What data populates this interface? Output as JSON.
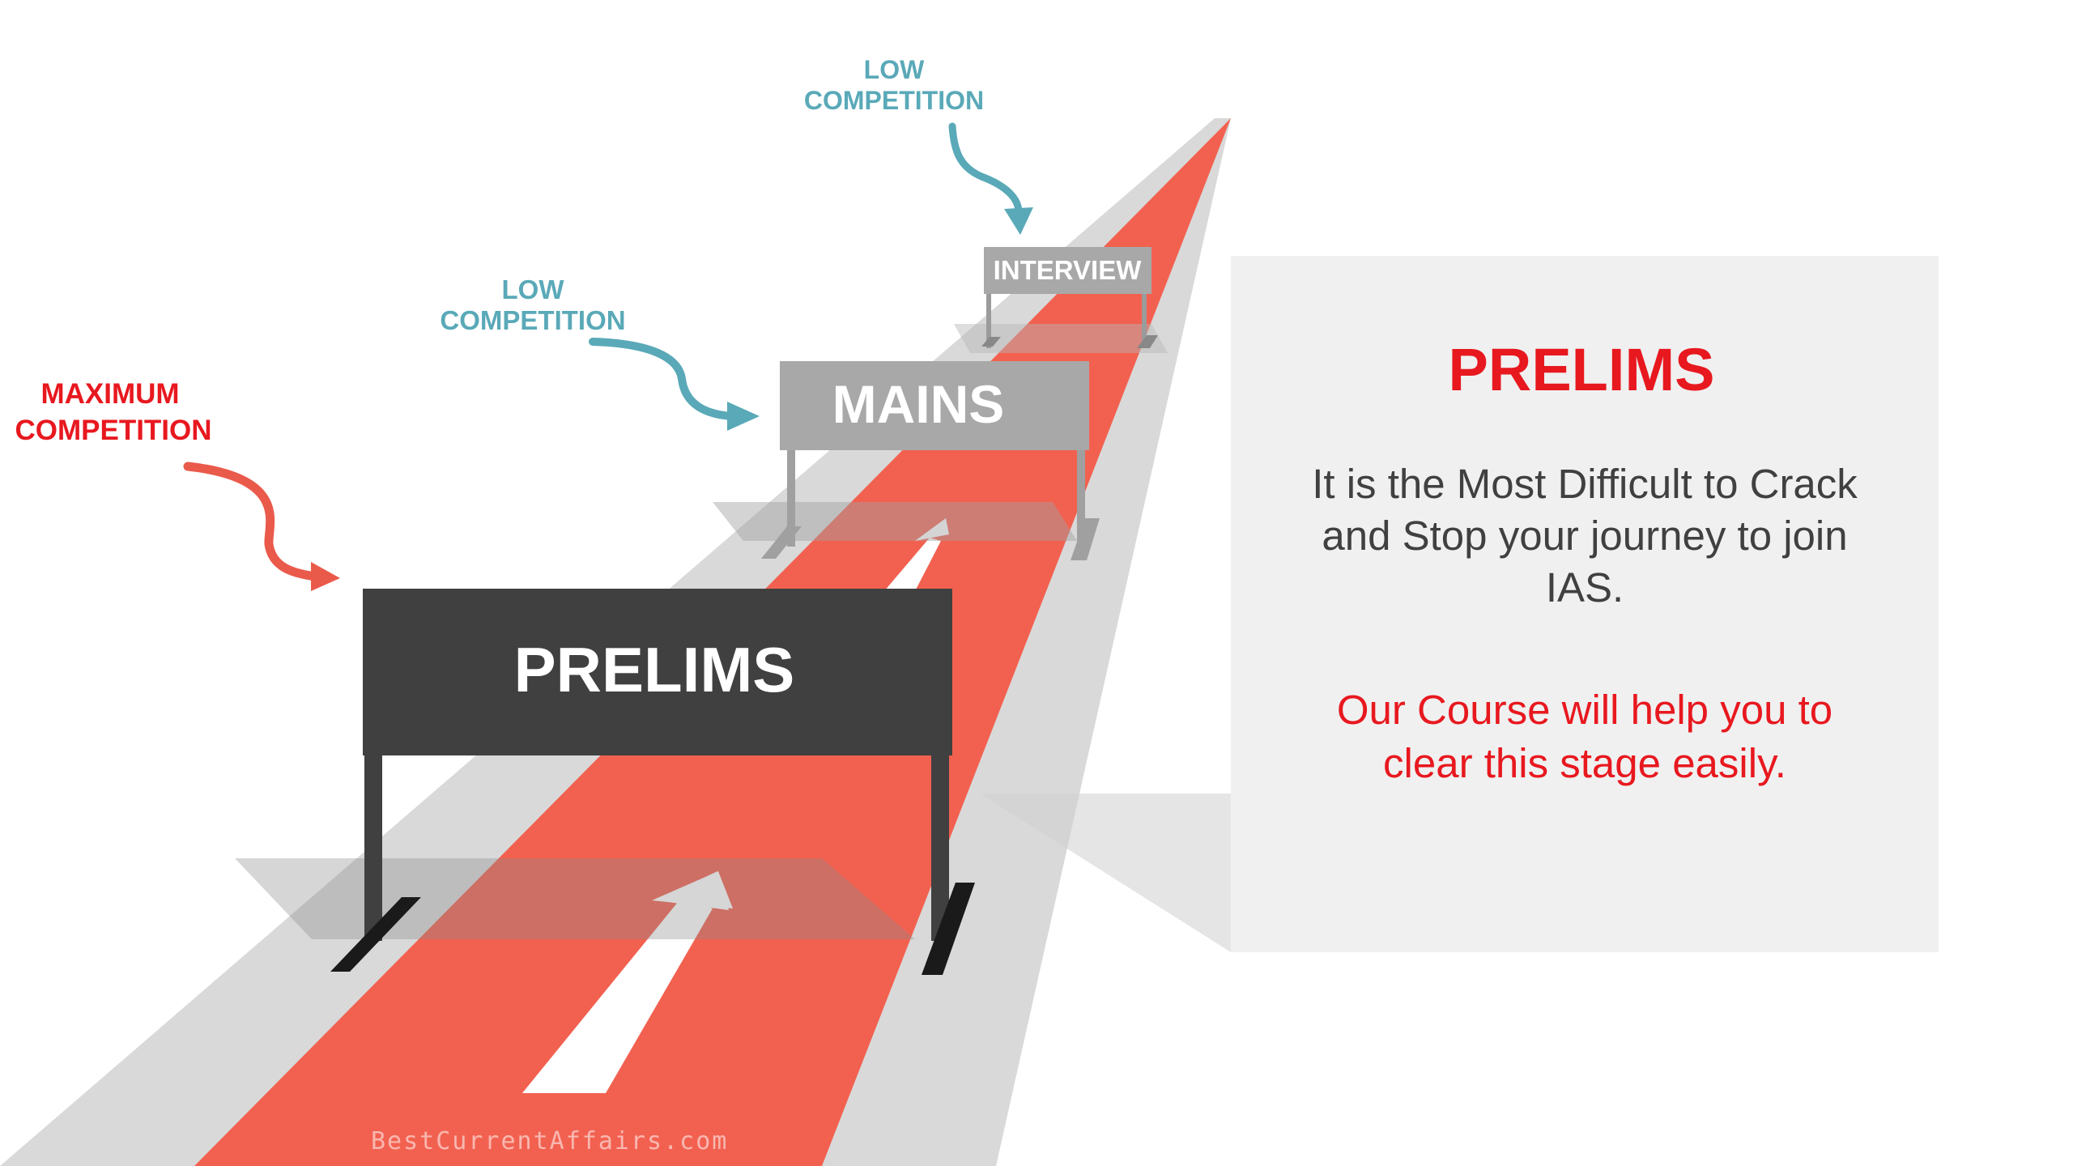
{
  "hurdles": {
    "prelims": "PRELIMS",
    "mains": "MAINS",
    "interview": "INTERVIEW"
  },
  "callouts": {
    "maximum": [
      "MAXIMUM",
      "COMPETITION"
    ],
    "low_mains": [
      "LOW",
      "COMPETITION"
    ],
    "low_interview": [
      "LOW",
      "COMPETITION"
    ]
  },
  "panel": {
    "title": "PRELIMS",
    "body": "It is the Most Difficult to Crack and Stop your journey to join IAS.",
    "cta": "Our Course will help you to clear this stage easily."
  },
  "watermark": "BestCurrentAffairs.com",
  "colors": {
    "track_red": "#f26150",
    "track_grey": "#d8d8d8",
    "prelims_board": "#404040",
    "mains_board": "#a8a8a8",
    "callout_red": "#e8181f",
    "callout_teal": "#5aa9b8"
  }
}
